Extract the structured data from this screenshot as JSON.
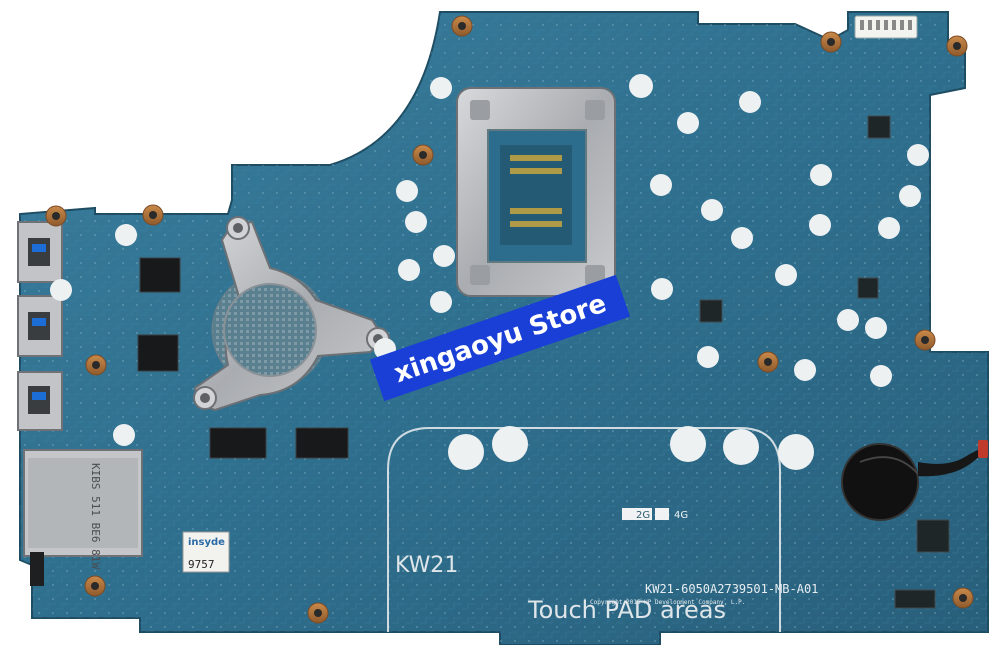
{
  "watermark": "xingaoyu Store",
  "board": {
    "model_mark": "KW21",
    "part_number": "KW21-6050A2739501-MB-A01",
    "copyright": "Copyright 2015 HP Development Company, L.P.",
    "touchpad_label": "Touch PAD areas",
    "label_2g": "2G",
    "label_4g": "4G",
    "bios_brand": "insyde",
    "bios_code": "9757",
    "card_reader_text": "KIBS 511 BE6 81W",
    "colors": {
      "pcb": "#2f6f8e",
      "pcb_dark": "#24586f",
      "copper_pad": "#d28a55",
      "silkscreen": "#e8eef2",
      "metal": "#b8babd",
      "watermark_bg": "#1a3fd6"
    }
  }
}
